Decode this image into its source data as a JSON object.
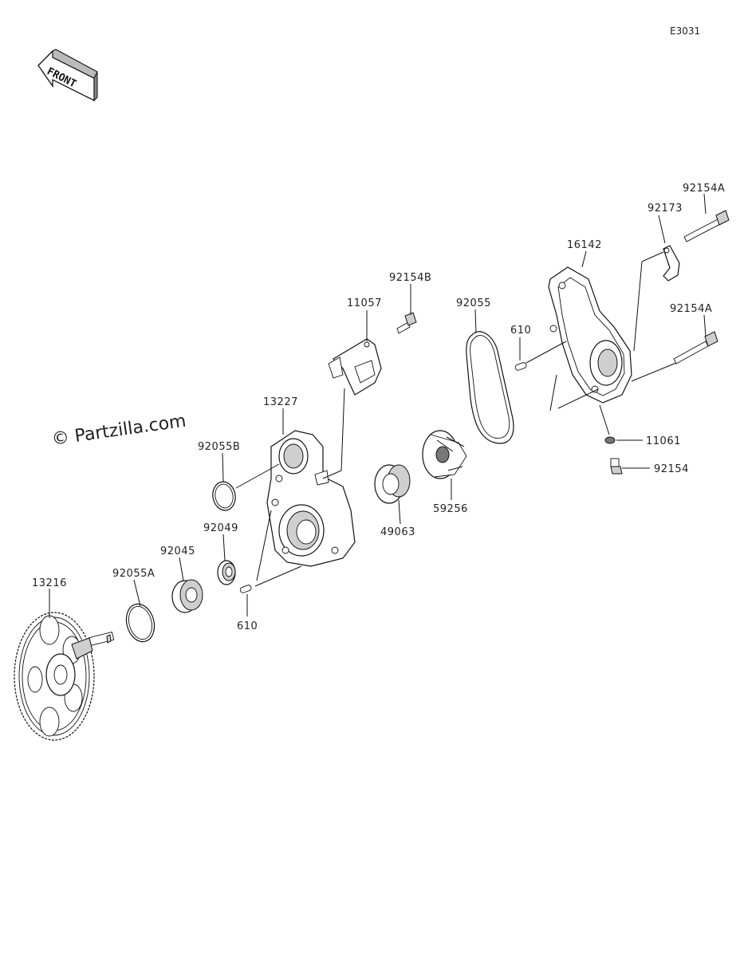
{
  "diagram_code": "E3031",
  "front_label": "FRONT",
  "watermark": "© Partzilla.com",
  "callouts": {
    "c13216": "13216",
    "c92055A": "92055A",
    "c92045": "92045",
    "c92049": "92049",
    "c92055B": "92055B",
    "c13227": "13227",
    "c610a": "610",
    "c11057": "11057",
    "c92154B": "92154B",
    "c49063": "49063",
    "c59256": "59256",
    "c92055": "92055",
    "c610b": "610",
    "c16142": "16142",
    "c92173": "92173",
    "c92154A_top": "92154A",
    "c92154A_mid": "92154A",
    "c11061": "11061",
    "c92154": "92154"
  }
}
